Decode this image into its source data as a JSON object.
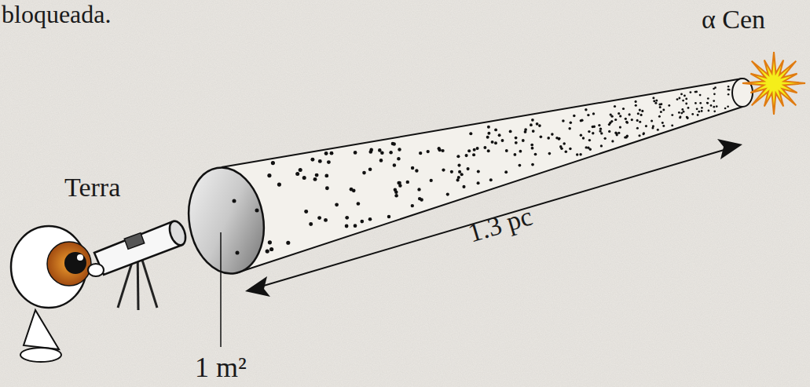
{
  "diagram": {
    "labels": [
      "bloqueada.",
      "α Cen",
      "Terra",
      "1.3 pc",
      "1 m²"
    ]
  }
}
